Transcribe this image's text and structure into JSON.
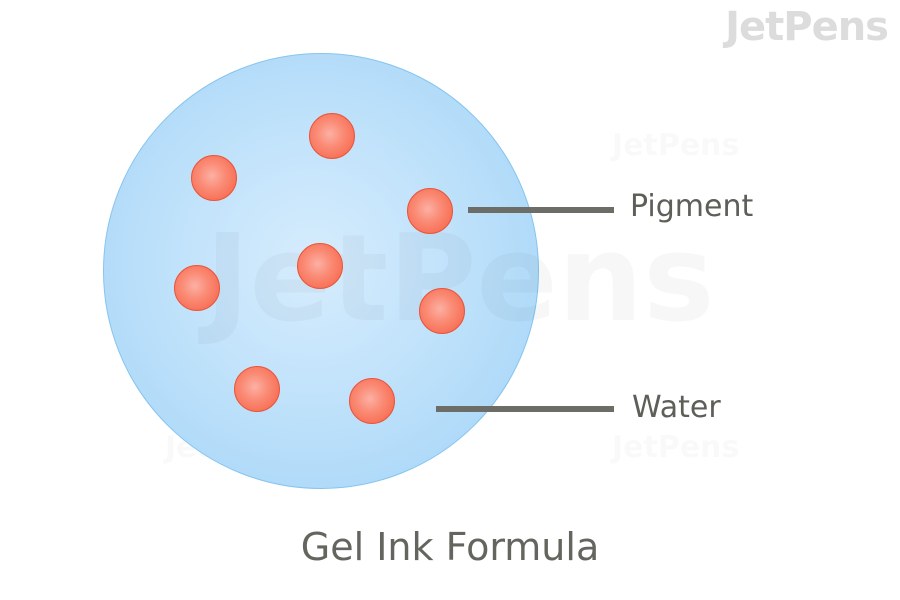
{
  "brand": {
    "logo_text": "JetPens",
    "watermark_text": "JetPens"
  },
  "diagram": {
    "title": "Gel Ink Formula",
    "labels": {
      "pigment": "Pigment",
      "water": "Water"
    },
    "colors": {
      "water": "#b3dcf9",
      "water_border": "#86c4ef",
      "pigment": "#f86c52",
      "leader": "#6d6d68",
      "text": "#5f5f59"
    },
    "particle_count": 8
  }
}
